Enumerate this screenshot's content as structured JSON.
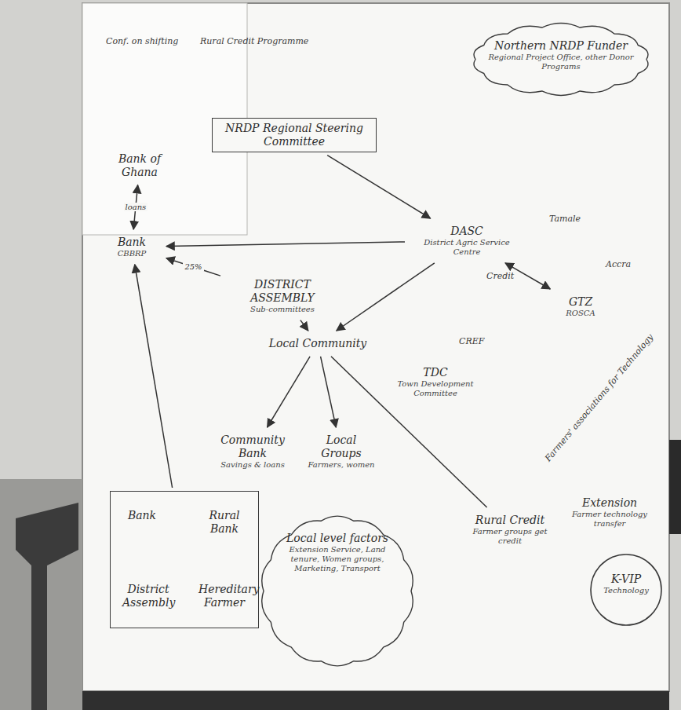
{
  "diagram": {
    "nodes": [
      {
        "text": [
          "Northern NRDP Funder",
          "Regional Project Office, other Donor Programs"
        ]
      },
      {
        "text": [
          "NRDP Regional Steering Committee"
        ]
      },
      {
        "text": [
          "Bank of Ghana"
        ]
      },
      {
        "text": [
          "Bank",
          "CBBRP"
        ]
      },
      {
        "text": [
          "DISTRICT ASSEMBLY",
          "Sub-committees"
        ]
      },
      {
        "text": [
          "DASC",
          "District Agric Service Centre"
        ]
      },
      {
        "text": [
          "GTZ",
          "ROSCA"
        ]
      },
      {
        "text": [
          "Local Community"
        ]
      },
      {
        "text": [
          "TDC",
          "Town Development Committee"
        ]
      },
      {
        "text": [
          "Community Bank",
          "Savings & loans"
        ]
      },
      {
        "text": [
          "Local Groups",
          "Farmers, women"
        ]
      },
      {
        "text": [
          "Rural Credit",
          "Farmer groups get credit"
        ]
      },
      {
        "text": []
      },
      {
        "text": [
          "Bank"
        ],
        "in": 12
      },
      {
        "text": [
          "Rural Bank"
        ],
        "in": 12
      },
      {
        "text": [
          "Hereditary Farmer"
        ],
        "in": 12
      },
      {
        "text": [
          "District Assembly"
        ],
        "in": 12
      },
      {
        "text": [
          "Local level factors",
          "Extension Service, Land tenure, Women groups, Marketing, Transport"
        ]
      },
      {
        "text": [
          "K-VIP",
          "Technology"
        ]
      },
      {
        "text": [
          "Extension",
          "Farmer technology transfer"
        ]
      }
    ],
    "edges": [
      {
        "from": 1,
        "to": 5,
        "arrow": "to"
      },
      {
        "from": 5,
        "to": 3,
        "arrow": "to"
      },
      {
        "from": 2,
        "to": 3,
        "label": "loans",
        "arrow": "both"
      },
      {
        "from": 4,
        "to": 3,
        "label": "25%",
        "arrow": "to"
      },
      {
        "from": 4,
        "to": 7,
        "arrow": "to"
      },
      {
        "from": 5,
        "to": 7,
        "arrow": "to"
      },
      {
        "from": 6,
        "to": 5,
        "arrow": "both"
      },
      {
        "from": 7,
        "to": 9,
        "arrow": "to"
      },
      {
        "from": 7,
        "to": 10,
        "arrow": "to"
      },
      {
        "from": 7,
        "to": 11,
        "arrow": "none"
      },
      {
        "from": 12,
        "to": 3,
        "arrow": "to"
      },
      {
        "from": 13,
        "to": 14,
        "arrow": "to"
      },
      {
        "from": 14,
        "to": 15,
        "arrow": "to"
      },
      {
        "from": 15,
        "to": 16,
        "arrow": "to"
      },
      {
        "from": 16,
        "to": 13,
        "arrow": "to"
      }
    ],
    "labels": [
      "Conf. on shifting",
      "Rural Credit Programme",
      "Tamale",
      "Accra",
      "CREF",
      "Farmers' associations for Technology",
      "Credit"
    ]
  }
}
